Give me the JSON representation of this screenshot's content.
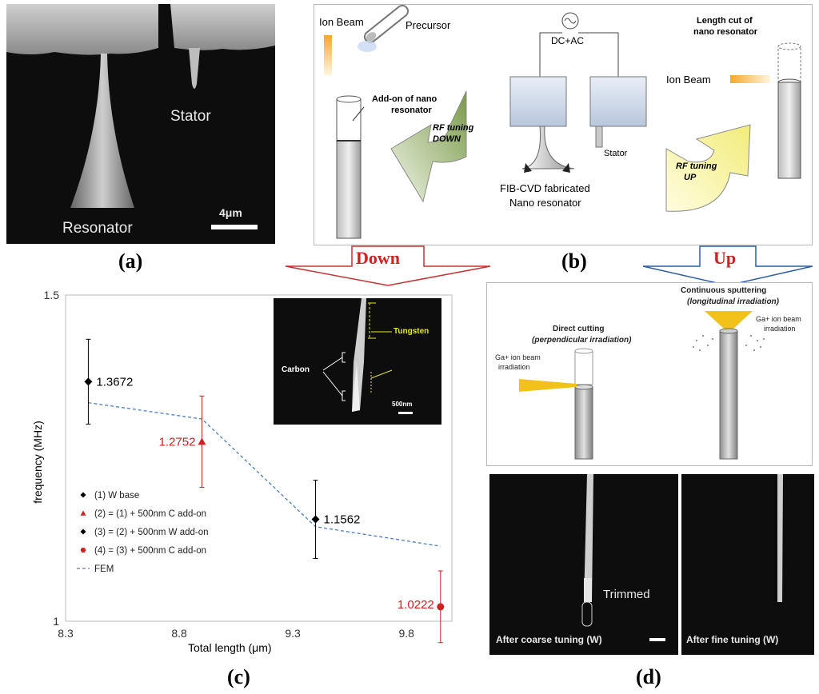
{
  "panel_labels": {
    "a": "(a)",
    "b": "(b)",
    "c": "(c)",
    "d": "(d)"
  },
  "panel_a": {
    "stator": "Stator",
    "resonator": "Resonator",
    "scale": "4μm"
  },
  "panel_b": {
    "ion_beam_left": "Ion Beam",
    "precursor": "Precursor",
    "addon_line1": "Add-on of nano",
    "addon_line2": "resonator",
    "rf_down_line1": "RF tuning",
    "rf_down_line2": "DOWN",
    "dcac": "DC+AC",
    "stator": "Stator",
    "fib_line1": "FIB-CVD fabricated",
    "fib_line2": "Nano resonator",
    "lengthcut_line1": "Length cut of",
    "lengthcut_line2": "nano resonator",
    "ion_beam_right": "Ion Beam",
    "rf_up_line1": "RF tuning",
    "rf_up_line2": "UP"
  },
  "arrows": {
    "down": "Down",
    "up": "Up"
  },
  "chart_data": {
    "type": "scatter",
    "xlabel": "Total length (μm)",
    "ylabel": "frequency (MHz)",
    "xlim": [
      8.3,
      10.0
    ],
    "ylim": [
      1.0,
      1.5
    ],
    "xticks": [
      "8.3",
      "8.8",
      "9.3",
      "9.8"
    ],
    "yticks": [
      "1",
      "1.5"
    ],
    "points": [
      {
        "x": 8.4,
        "y": 1.3672,
        "err": 0.065,
        "marker": "diamond",
        "color": "#000000",
        "label": "1.3672"
      },
      {
        "x": 8.9,
        "y": 1.2752,
        "err": 0.07,
        "marker": "triangle",
        "color": "#d02020",
        "label": "1.2752"
      },
      {
        "x": 9.4,
        "y": 1.1562,
        "err": 0.06,
        "marker": "diamond",
        "color": "#000000",
        "label": "1.1562"
      },
      {
        "x": 9.95,
        "y": 1.0222,
        "err": 0.055,
        "marker": "circle",
        "color": "#d02020",
        "label": "1.0222"
      }
    ],
    "fem": {
      "x": [
        8.4,
        8.9,
        9.4,
        9.95
      ],
      "y": [
        1.335,
        1.31,
        1.145,
        1.115
      ]
    },
    "legend": [
      {
        "marker": "diamond",
        "color": "#000000",
        "text": "(1) W base"
      },
      {
        "marker": "triangle",
        "color": "#d02020",
        "text": "(2) = (1) + 500nm C add-on"
      },
      {
        "marker": "diamond",
        "color": "#000000",
        "text": "(3) = (2) + 500nm W add-on"
      },
      {
        "marker": "circle",
        "color": "#d02020",
        "text": "(4) = (3) + 500nm C add-on"
      },
      {
        "marker": "dash",
        "color": "#4a7fc0",
        "text": "FEM"
      }
    ],
    "legend_position": "bottom-left",
    "inset": {
      "carbon": "Carbon",
      "tungsten": "Tungsten",
      "scale": "500nm"
    }
  },
  "panel_d": {
    "direct_line1": "Direct cutting",
    "direct_line2": "(perpendicular irradiation)",
    "ga_left_line1": "Ga+ ion beam",
    "ga_left_line2": "irradiation",
    "cont_line1": "Continuous sputtering",
    "cont_line2": "(longitudinal irradiation)",
    "ga_right_line1": "Ga+ ion beam",
    "ga_right_line2": "irradiation",
    "trimmed": "Trimmed",
    "after_coarse": "After coarse tuning (W)",
    "after_fine": "After fine tuning (W)"
  }
}
